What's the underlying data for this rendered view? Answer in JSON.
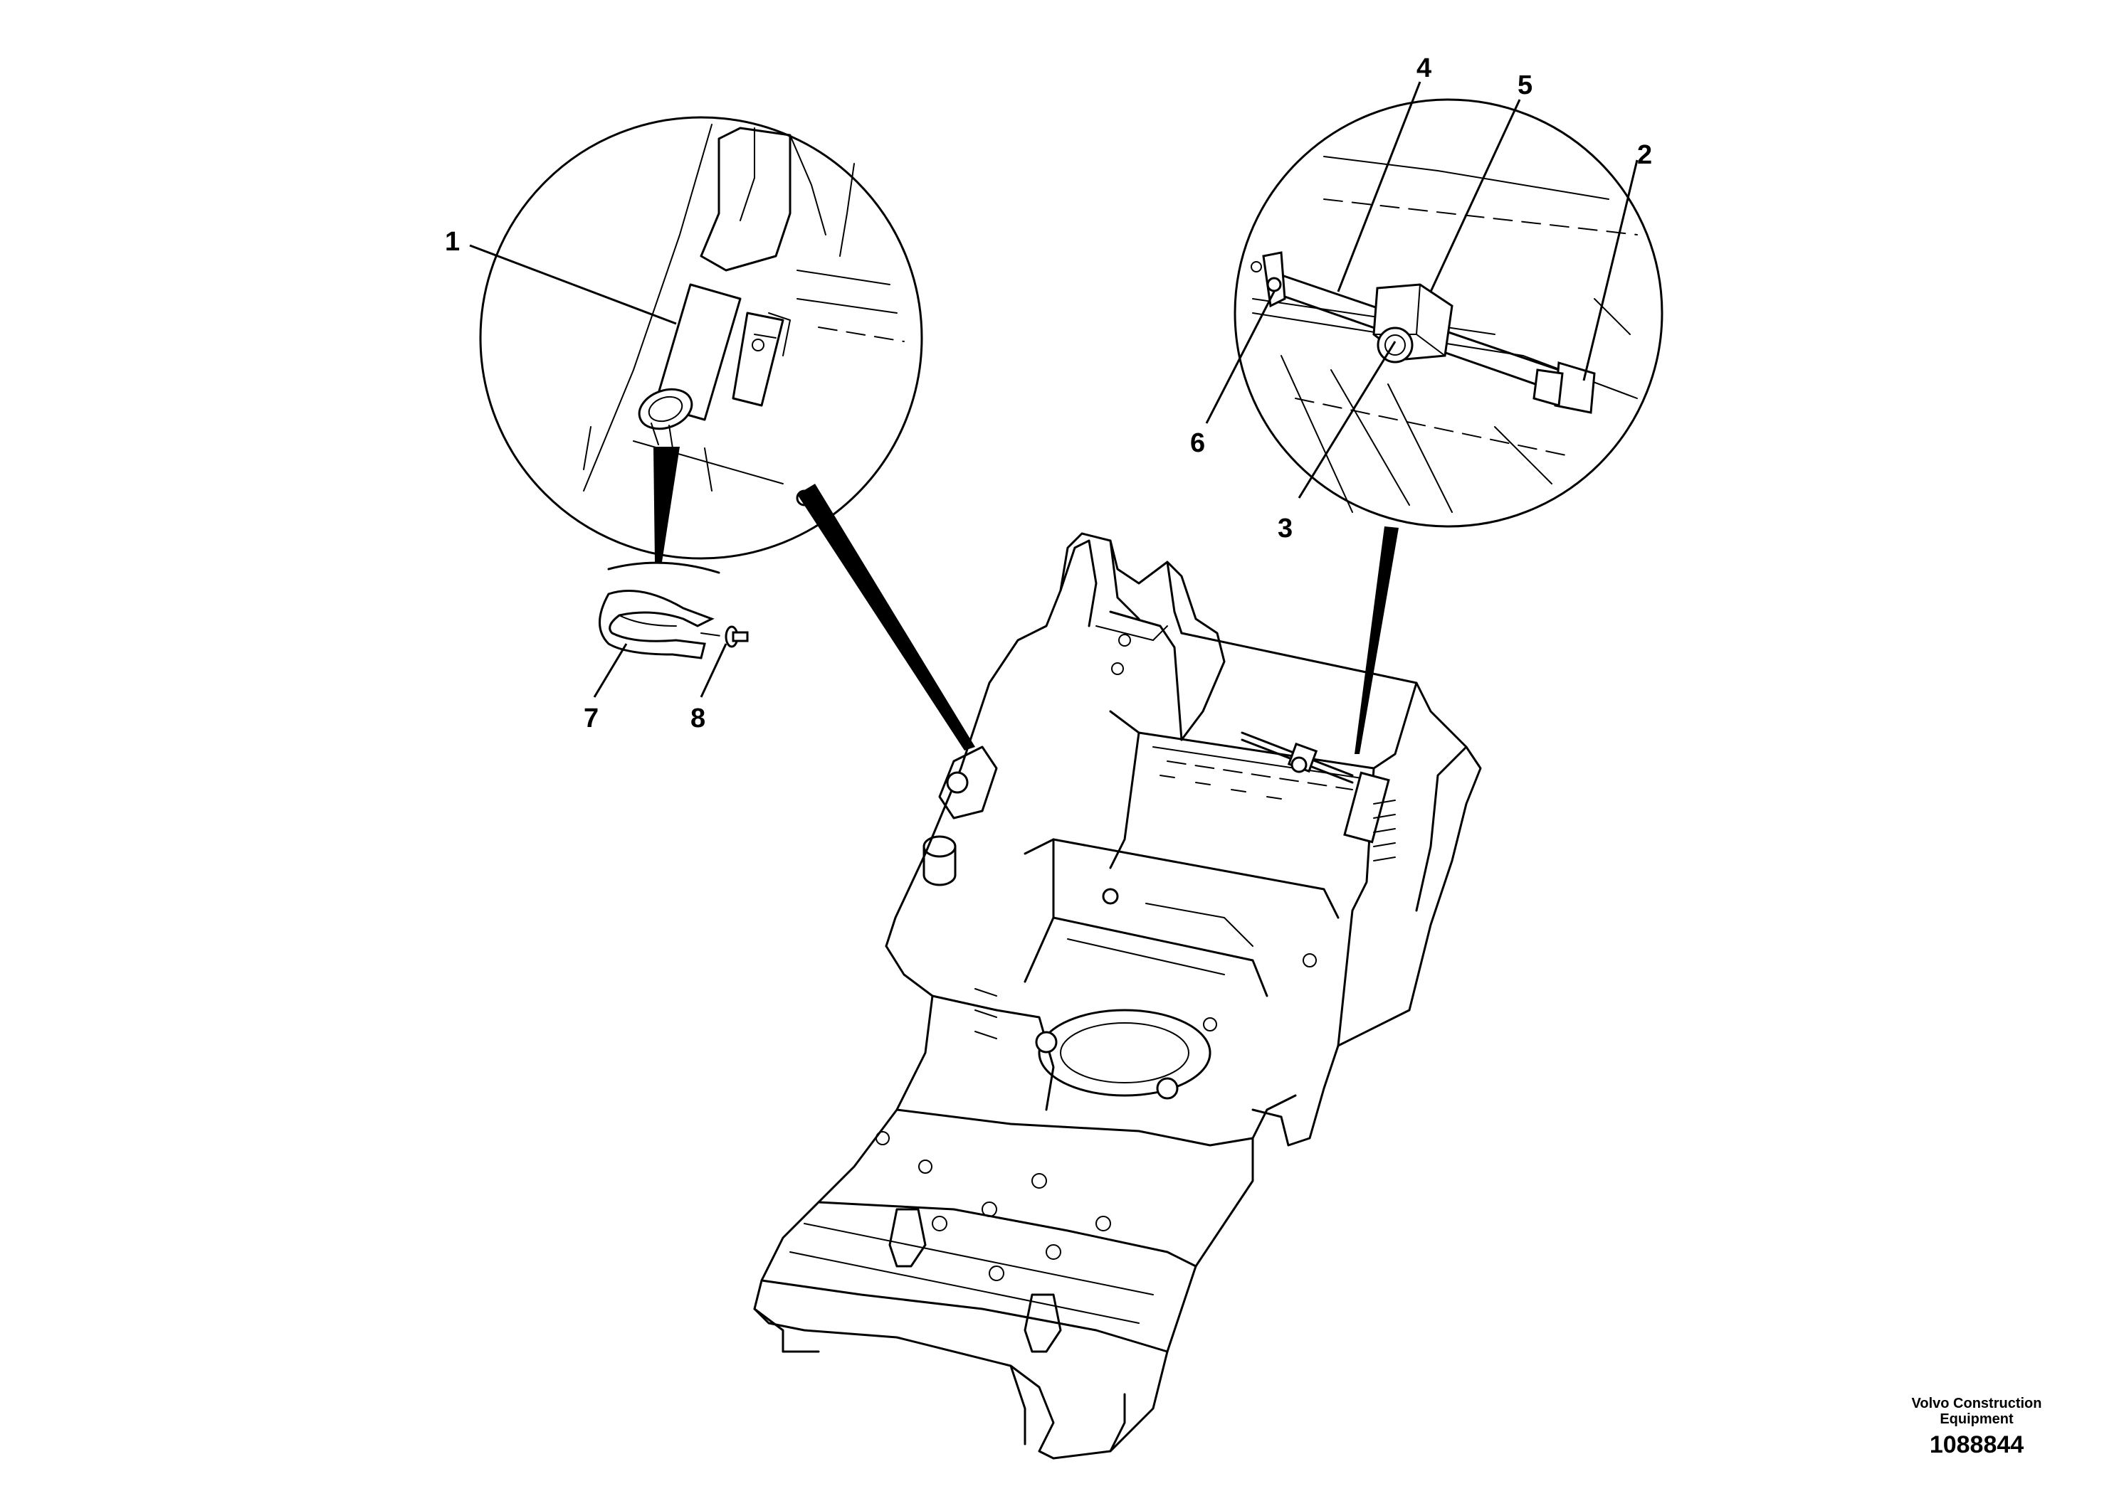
{
  "callouts": {
    "c1": "1",
    "c2": "2",
    "c3": "3",
    "c4": "4",
    "c5": "5",
    "c6": "6",
    "c7": "7",
    "c8": "8"
  },
  "footer": {
    "company_line1": "Volvo Construction",
    "company_line2": "Equipment",
    "document_number": "1088844"
  }
}
